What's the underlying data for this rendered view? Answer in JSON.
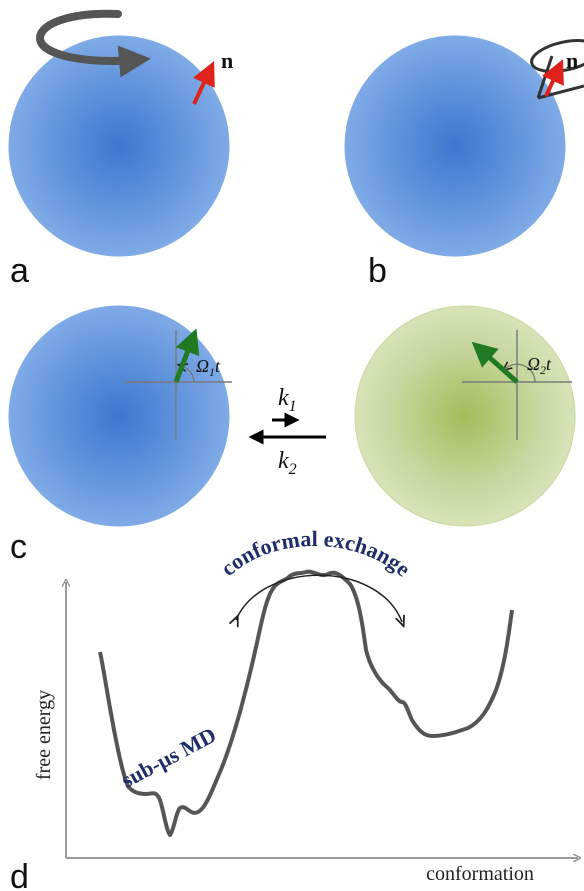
{
  "panels": {
    "a": {
      "letter": "a",
      "vector_label": "n"
    },
    "b": {
      "letter": "b",
      "vector_label": "n"
    },
    "c": {
      "letter": "c",
      "left_angle_symbol": "Ω",
      "left_angle_sub": "1",
      "left_angle_t": "t",
      "right_angle_symbol": "Ω",
      "right_angle_sub": "2",
      "right_angle_t": "t",
      "k1_symbol": "k",
      "k1_sub": "1",
      "k2_symbol": "k",
      "k2_sub": "2"
    },
    "d": {
      "letter": "d",
      "ylabel": "free energy",
      "xlabel": "conformation",
      "exchange_label": "conformal exchange",
      "md_label": "sub-μs MD"
    }
  },
  "colors": {
    "sphere_blue": "#6a9ad8",
    "sphere_green": "#c2d39a",
    "vector_red": "#e0221c",
    "vector_green": "#1f7a22",
    "curve_gray": "#555555",
    "label_navy": "#1f2d6b"
  }
}
